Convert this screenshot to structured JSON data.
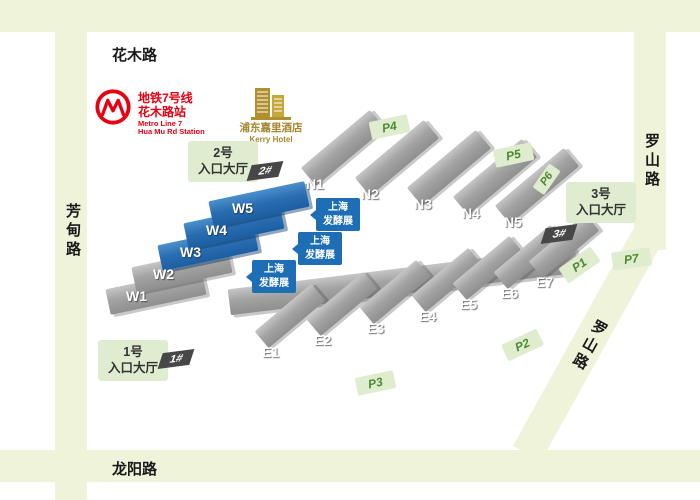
{
  "roads": {
    "top": "花木路",
    "left": "芳甸路",
    "bottom": "龙阳路",
    "right": "罗山路",
    "diagonal": "罗山路"
  },
  "metro": {
    "cn1": "地铁7号线",
    "cn2": "花木路站",
    "en1": "Metro Line 7",
    "en2": "Hua Mu Rd Station"
  },
  "hotel": {
    "cn": "浦东嘉里酒店",
    "en": "Kerry Hotel"
  },
  "entrances": [
    {
      "no": "2号",
      "hall": "入口大厅",
      "gate": "2#"
    },
    {
      "no": "3号",
      "hall": "入口大厅",
      "gate": "3#"
    },
    {
      "no": "1号",
      "hall": "入口大厅",
      "gate": "1#"
    }
  ],
  "halls": {
    "north": [
      "N1",
      "N2",
      "N3",
      "N4",
      "N5"
    ],
    "west": [
      "W1",
      "W2",
      "W3",
      "W4",
      "W5"
    ],
    "east": [
      "E1",
      "E2",
      "E3",
      "E4",
      "E5",
      "E6",
      "E7"
    ]
  },
  "parking": [
    "P1",
    "P2",
    "P3",
    "P4",
    "P5",
    "P6",
    "P7"
  ],
  "expo_tag": {
    "line1": "上海",
    "line2": "发酵展"
  },
  "colors": {
    "road": "#eef3d9",
    "hall_gray": "#9b9b9b",
    "highlight_blue": "#1e6eb5",
    "metro_red": "#e60012",
    "hotel_gold": "#a5852e",
    "parking_green": "#4a8a33"
  }
}
